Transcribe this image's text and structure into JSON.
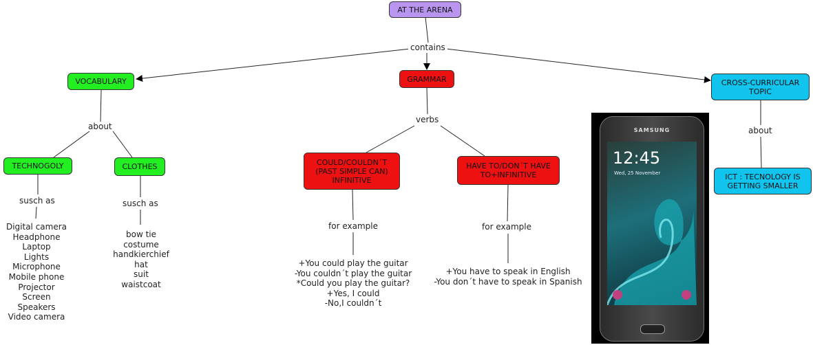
{
  "nodes": {
    "root": {
      "label": "AT THE ARENA",
      "color": "#b995f0"
    },
    "vocabulary": {
      "label": "VOCABULARY",
      "color": "#22ee22"
    },
    "grammar": {
      "label": "GRAMMAR",
      "color": "#ee1111"
    },
    "cross": {
      "label": "CROSS-CURRICULAR TOPIC",
      "color": "#11c4ee"
    },
    "technogoly": {
      "label": "TECHNOGOLY",
      "color": "#22ee22"
    },
    "clothes": {
      "label": "CLOTHES",
      "color": "#22ee22"
    },
    "could": {
      "label": "COULD/COULDN´T (PAST SIMPLE CAN) INFINITIVE",
      "color": "#ee1111"
    },
    "haveto": {
      "label": "HAVE TO/DON´T HAVE TO+INFINITIVE",
      "color": "#ee1111"
    },
    "ict": {
      "label": "ICT : TECNOLOGY IS GETTING SMALLER",
      "color": "#11c4ee"
    }
  },
  "links": {
    "contains": "contains",
    "about_vocab": "about",
    "verbs": "verbs",
    "about_cross": "about",
    "such_tech": "susch as",
    "such_clothes": "susch as",
    "example_could": "for example",
    "example_have": "for example"
  },
  "lists": {
    "technology": [
      "Digital camera",
      "Headphone",
      "Laptop",
      "Lights",
      "Microphone",
      "Mobile phone",
      "Projector",
      "Screen",
      "Speakers",
      "Video camera"
    ],
    "clothes": [
      "bow tie",
      "costume",
      "handkierchief",
      "hat",
      "suit",
      "waistcoat"
    ],
    "could": [
      "+You could play the guitar",
      "-You couldn´t play the guitar",
      "*Could you play the guitar?",
      "+Yes, I could",
      "-No,I couldn´t"
    ],
    "haveto": [
      "+You have to speak in English",
      "-You don´t have to speak in Spanish"
    ]
  },
  "phone": {
    "brand": "SAMSUNG",
    "time": "12:45",
    "date": "Wed, 25 November"
  }
}
